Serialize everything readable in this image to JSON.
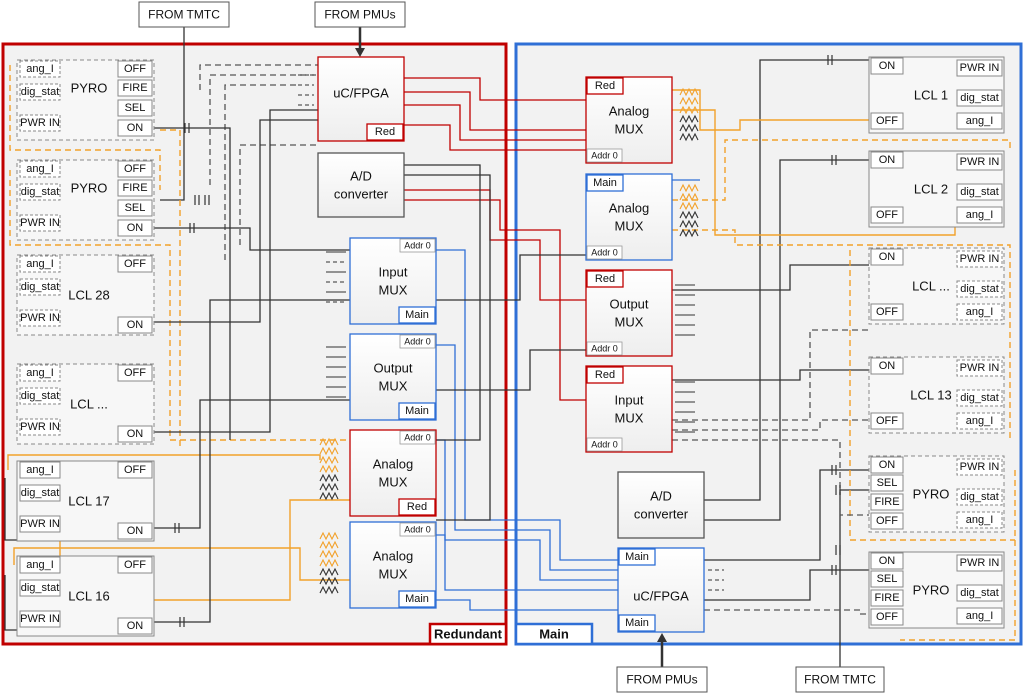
{
  "colors": {
    "redundant": "#c00000",
    "main": "#2f6fd6",
    "orange": "#f2a12a",
    "wire": "#333333",
    "dash": "#555555",
    "panel": "#f2f2f2",
    "box": "#f7f7f7"
  },
  "sources": {
    "tmtc_top": "FROM TMTC",
    "pmu_top": "FROM PMUs",
    "pmu_bottom": "FROM PMUs",
    "tmtc_bottom": "FROM TMTC"
  },
  "panels": {
    "redundant": "Redundant",
    "main": "Main"
  },
  "blocks": {
    "uc_fpga": [
      "uC/FPGA"
    ],
    "ad": [
      "A/D",
      "converter"
    ],
    "analog_mux": [
      "Analog",
      "MUX"
    ],
    "input_mux": [
      "Input",
      "MUX"
    ],
    "output_mux": [
      "Output",
      "MUX"
    ],
    "tag_red": "Red",
    "tag_main": "Main",
    "addr": "Addr 0"
  },
  "devices": {
    "pyro": "PYRO",
    "lcl28": "LCL 28",
    "lcl_dots": "LCL ...",
    "lcl17": "LCL 17",
    "lcl16": "LCL 16",
    "lcl1": "LCL 1",
    "lcl2": "LCL 2",
    "lcl13": "LCL 13"
  },
  "signals": {
    "ang_i": "ang_I",
    "dig_stat": "dig_stat",
    "pwr_in": "PWR IN",
    "off": "OFF",
    "on": "ON",
    "fire": "FIRE",
    "sel": "SEL"
  }
}
